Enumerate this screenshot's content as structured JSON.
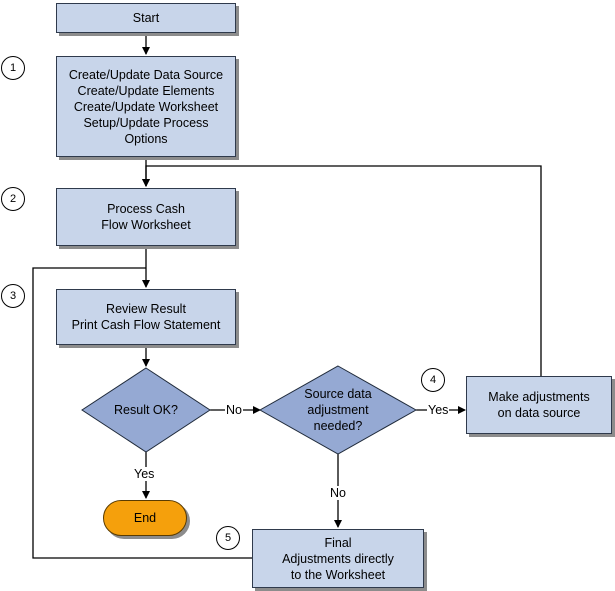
{
  "start": "Start",
  "step1": [
    "Create/Update Data Source",
    "Create/Update Elements",
    "Create/Update Worksheet",
    "Setup/Update Process",
    "Options"
  ],
  "step2": [
    "Process Cash",
    "Flow Worksheet"
  ],
  "step3": [
    "Review Result",
    "Print Cash Flow Statement"
  ],
  "decision1": [
    "Result OK?"
  ],
  "decision2": [
    "Source data",
    "adjustment",
    "needed?"
  ],
  "adjust": [
    "Make adjustments",
    "on data source"
  ],
  "final": [
    "Final",
    "Adjustments directly",
    "to the Worksheet"
  ],
  "end": "End",
  "labels": {
    "no1": "No",
    "yes1": "Yes",
    "yes2": "Yes",
    "no2": "No"
  },
  "markers": [
    "1",
    "2",
    "3",
    "4",
    "5"
  ],
  "colors": {
    "box_fill": "#c8d5ea",
    "diamond_fill": "#95a9d3",
    "end_fill": "#f5a00c",
    "line": "#000000"
  }
}
